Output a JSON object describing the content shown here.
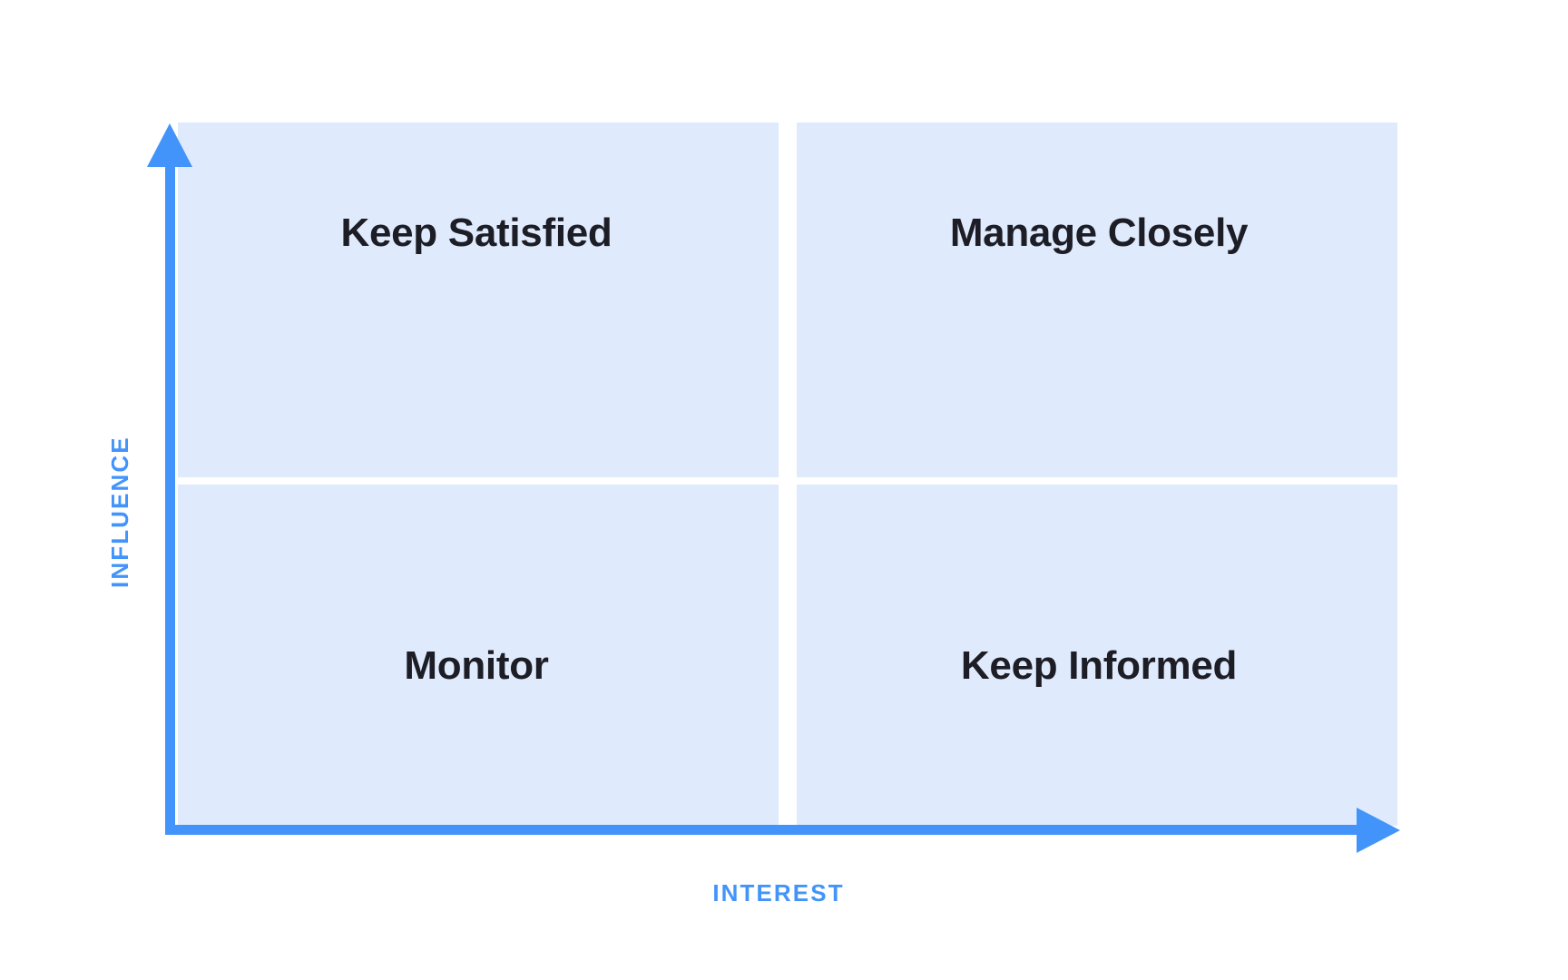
{
  "diagram": {
    "type": "2x2-matrix",
    "background_color": "#ffffff",
    "quadrant_fill_color": "#dfeafc",
    "accent_color": "#4294fb",
    "label_color": "#1d1d26",
    "axes": {
      "y": {
        "title": "INFLUENCE",
        "direction": "up",
        "arrow": "arrow-up"
      },
      "x": {
        "title": "INTEREST",
        "direction": "right",
        "arrow": "arrow-right"
      }
    },
    "quadrants": [
      {
        "id": "top-left",
        "label": "Keep Satisfied",
        "influence": "high",
        "interest": "low"
      },
      {
        "id": "top-right",
        "label": "Manage Closely",
        "influence": "high",
        "interest": "high"
      },
      {
        "id": "bottom-left",
        "label": "Monitor",
        "influence": "low",
        "interest": "low"
      },
      {
        "id": "bottom-right",
        "label": "Keep Informed",
        "influence": "low",
        "interest": "high"
      }
    ]
  }
}
